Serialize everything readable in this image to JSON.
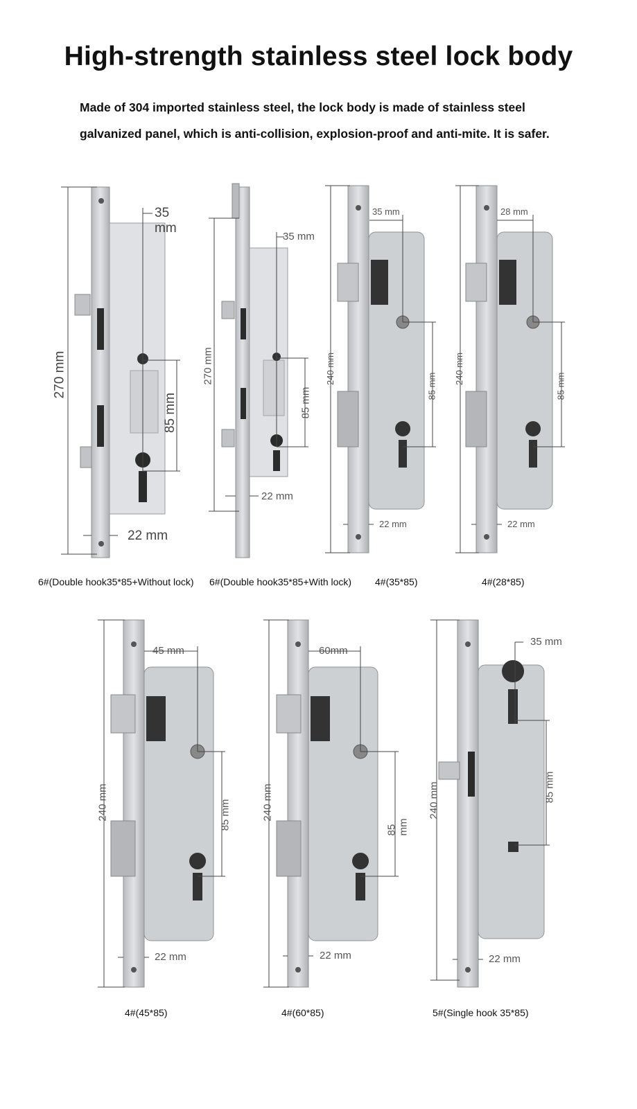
{
  "title": "High-strength stainless steel lock body",
  "description": {
    "line1": "Made of 304 imported stainless steel, the lock body is made of stainless steel",
    "line2": "galvanized panel, which is anti-collision, explosion-proof and anti-mite. It is safer."
  },
  "colors": {
    "steel": "#c9cbcd",
    "plate": "#d8dadc",
    "dark": "#3a3a3a",
    "dim": "#555555"
  },
  "locks": [
    {
      "caption": "6#(Double hook35*85+Without lock)",
      "height": "270 mm",
      "backset": "35 mm",
      "center": "85 mm",
      "faceplate": "22 mm"
    },
    {
      "caption": "6#(Double hook35*85+With lock)",
      "height": "270 mm",
      "backset": "35 mm",
      "center": "85 mm",
      "faceplate": "22 mm"
    },
    {
      "caption": "4#(35*85)",
      "height": "240 mm",
      "backset": "35 mm",
      "center": "85 mm",
      "faceplate": "22 mm"
    },
    {
      "caption": "4#(28*85)",
      "height": "240 mm",
      "backset": "28 mm",
      "center": "85 mm",
      "faceplate": "22 mm"
    },
    {
      "caption": "4#(45*85)",
      "height": "240 mm",
      "backset": "45 mm",
      "center": "85 mm",
      "faceplate": "22 mm"
    },
    {
      "caption": "4#(60*85)",
      "height": "240 mm",
      "backset": "60mm",
      "center": "85 mm",
      "faceplate": "22 mm"
    },
    {
      "caption": "5#(Single hook 35*85)",
      "height": "240 mm",
      "backset": "35 mm",
      "center": "85 mm",
      "faceplate": "22 mm"
    }
  ]
}
